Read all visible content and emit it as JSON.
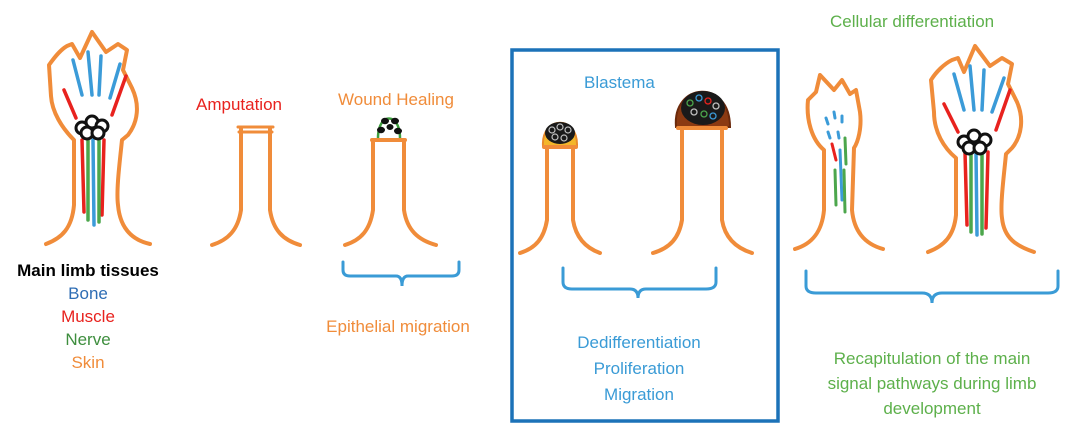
{
  "colors": {
    "skin": "#F08C3A",
    "bone": "#3B9BD8",
    "muscle": "#E8221E",
    "nerve": "#4CA64C",
    "title_green": "#5DB04B",
    "blue_text": "#3A9BD6",
    "frame": "#1C72B8",
    "legend_bone": "#2E6DB4",
    "legend_nerve": "#3E8E3E"
  },
  "legend": {
    "title": "Main limb tissues",
    "items": [
      {
        "label": "Bone",
        "color": "#2E6DB4"
      },
      {
        "label": "Muscle",
        "color": "#E8221E"
      },
      {
        "label": "Nerve",
        "color": "#3E8E3E"
      },
      {
        "label": "Skin",
        "color": "#F08C3A"
      }
    ]
  },
  "stages": {
    "amputation": "Amputation",
    "wound_healing": "Wound Healing",
    "blastema": "Blastema",
    "cellular_differentiation": "Cellular differentiation"
  },
  "processes": {
    "epithelial_migration": "Epithelial migration",
    "blastema_processes": [
      "Dedifferentiation",
      "Proliferation",
      "Migration"
    ],
    "recapitulation": [
      "Recapitulation of the main",
      "signal pathways  during limb",
      "development"
    ]
  }
}
